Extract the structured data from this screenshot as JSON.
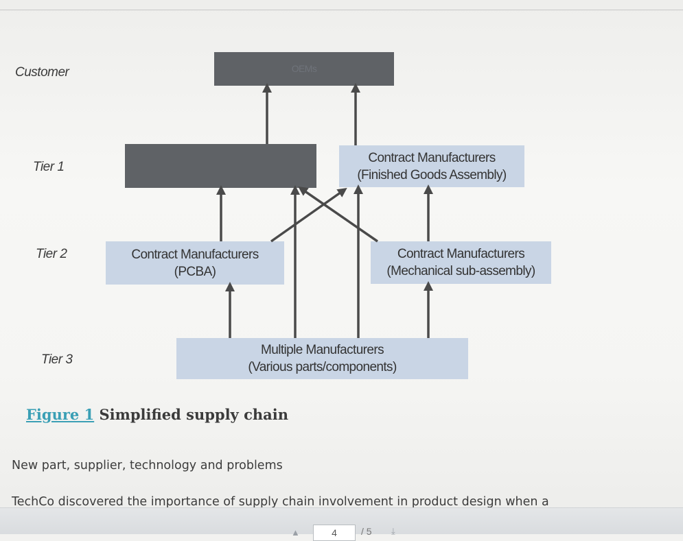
{
  "tiers": {
    "customer": "Customer",
    "tier1": "Tier 1",
    "tier2": "Tier 2",
    "tier3": "Tier 3"
  },
  "boxes": {
    "oems": "OEMs",
    "finished_goods": [
      "Contract Manufacturers",
      "(Finished Goods Assembly)"
    ],
    "pcba": [
      "Contract Manufacturers",
      "(PCBA)"
    ],
    "mechanical": [
      "Contract Manufacturers",
      "(Mechanical sub-assembly)"
    ],
    "multiple": [
      "Multiple Manufacturers",
      "(Various parts/components)"
    ]
  },
  "caption": {
    "figure_link": "Figure 1",
    "title": "Simplified supply chain"
  },
  "paragraphs": {
    "heading": "New part, supplier, technology and problems",
    "body": "TechCo discovered the importance of supply chain involvement in product design when a"
  },
  "pager": {
    "current": "4",
    "total": "/ 5"
  },
  "colors": {
    "box_fill": "#c9d5e5",
    "dark_box_fill": "#5f6266",
    "link": "#3a9fb5"
  }
}
